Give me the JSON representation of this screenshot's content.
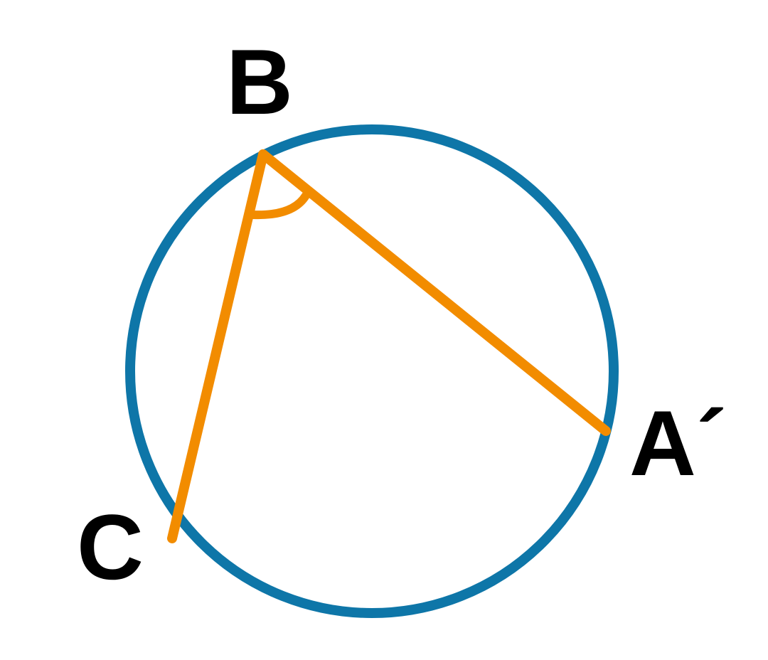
{
  "diagram": {
    "labels": {
      "B": "B",
      "A_prime": "A´",
      "C": "C"
    },
    "colors": {
      "circle": "#0e76a8",
      "segments": "#f28c00",
      "labels": "#000000",
      "background": "#ffffff"
    }
  }
}
